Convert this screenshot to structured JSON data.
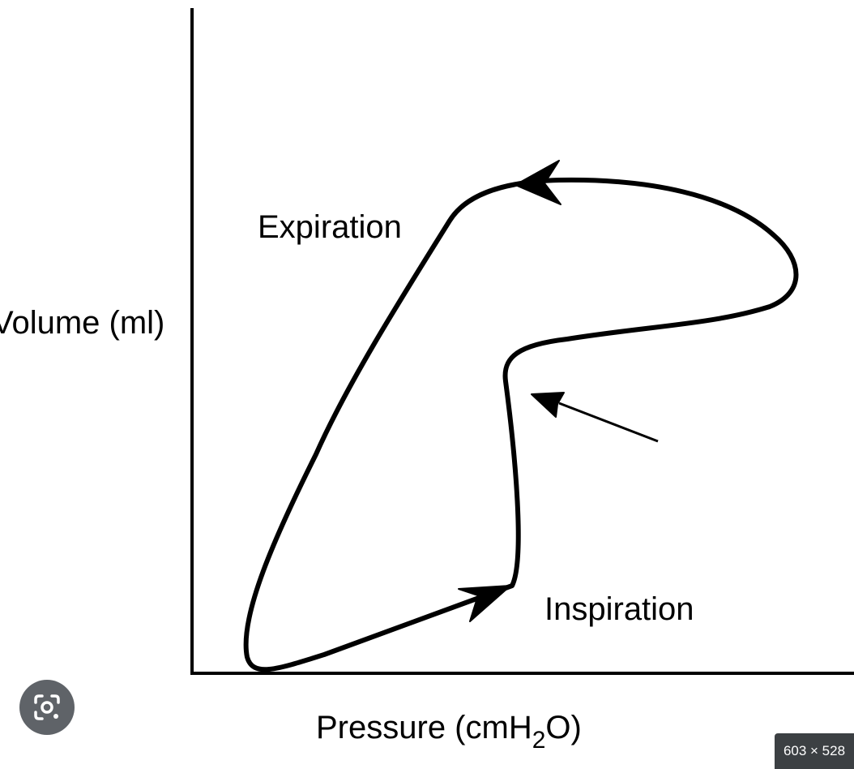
{
  "diagram": {
    "y_axis_label": "Volume (ml)",
    "x_axis_label": {
      "main": "Pressure (cmH",
      "subscript": "2",
      "end": "O)"
    },
    "annotations": {
      "expiration": "Expiration",
      "inspiration": "Inspiration"
    },
    "line_color": "#000000"
  },
  "overlay": {
    "lens_button": "lens-icon",
    "image_size": "603 × 528"
  }
}
